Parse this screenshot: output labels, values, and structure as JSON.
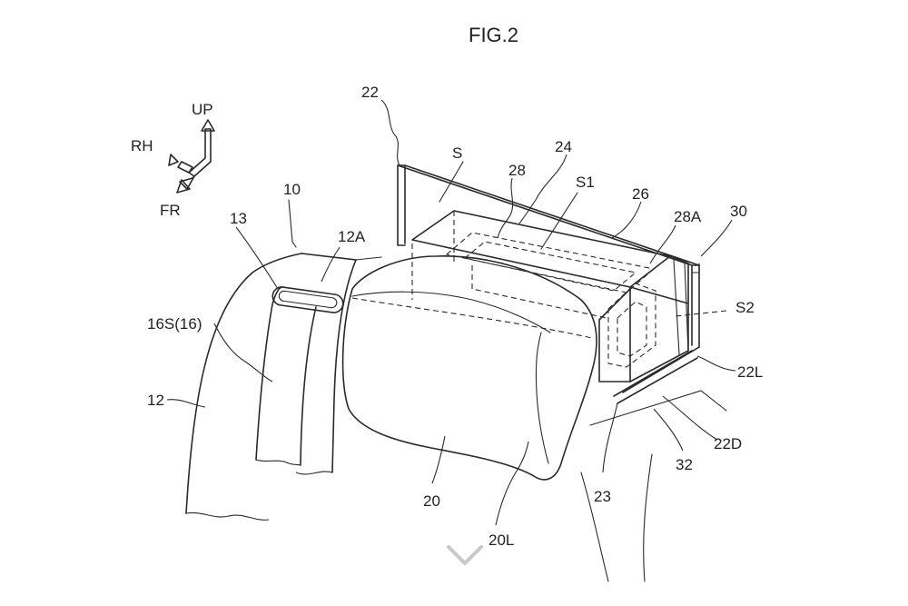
{
  "figure": {
    "title": "FIG.2",
    "directions": {
      "up": "UP",
      "right_hand": "RH",
      "front": "FR"
    },
    "labels": {
      "l10": "10",
      "l12": "12",
      "l12a": "12A",
      "l13": "13",
      "l16s": "16S(16)",
      "l20": "20",
      "l20l": "20L",
      "l22": "22",
      "l22l": "22L",
      "l22d": "22D",
      "l23": "23",
      "l24": "24",
      "l26": "26",
      "l28": "28",
      "l28a": "28A",
      "l30": "30",
      "l32": "32",
      "ls": "S",
      "ls1": "S1",
      "ls2": "S2"
    }
  },
  "controls": {
    "scroll_icon": "chevron-down-icon"
  }
}
